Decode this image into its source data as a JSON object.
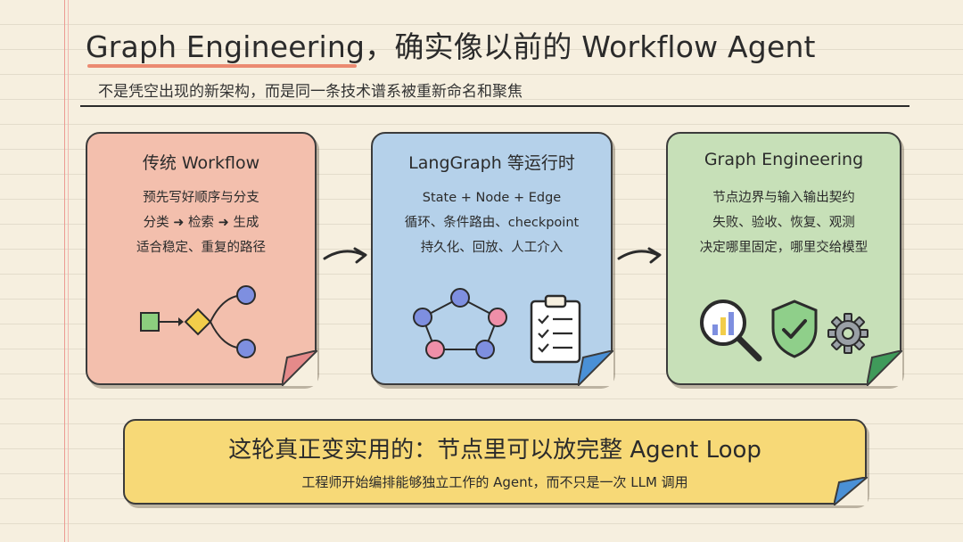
{
  "header": {
    "title": "Graph Engineering，确实像以前的 Workflow Agent",
    "subtitle": "不是凭空出现的新架构，而是同一条技术谱系被重新命名和聚焦"
  },
  "cards": [
    {
      "title": "传统 Workflow",
      "lines": [
        "预先写好顺序与分支",
        "分类 ➜ 检索 ➜ 生成",
        "适合稳定、重复的路径"
      ],
      "color": "#f3bfad",
      "corner_color": "#e58a8a"
    },
    {
      "title": "LangGraph 等运行时",
      "lines": [
        "State + Node + Edge",
        "循环、条件路由、checkpoint",
        "持久化、回放、人工介入"
      ],
      "color": "#b5d1ea",
      "corner_color": "#4a90d6"
    },
    {
      "title": "Graph Engineering",
      "lines": [
        "节点边界与输入输出契约",
        "失败、验收、恢复、观测",
        "决定哪里固定，哪里交给模型"
      ],
      "color": "#c7e0b8",
      "corner_color": "#3f9a5a"
    }
  ],
  "bottom": {
    "title": "这轮真正变实用的：节点里可以放完整 Agent Loop",
    "subtitle": "工程师开始编排能够独立工作的 Agent，而不只是一次 LLM 调用",
    "color": "#f7d977",
    "corner_color": "#4a90d6"
  },
  "icons": {
    "card1": "flow-branch-icon",
    "card2": [
      "graph-cycle-icon",
      "checklist-clipboard-icon"
    ],
    "card3": [
      "magnifier-chart-icon",
      "shield-check-icon",
      "gear-icon"
    ]
  },
  "colors": {
    "accent_underline": "#e9785e",
    "node_purple": "#7e8fe0",
    "node_pink": "#ef8fa8",
    "diamond_yellow": "#f2cd4a",
    "square_green": "#8ccf7e"
  }
}
